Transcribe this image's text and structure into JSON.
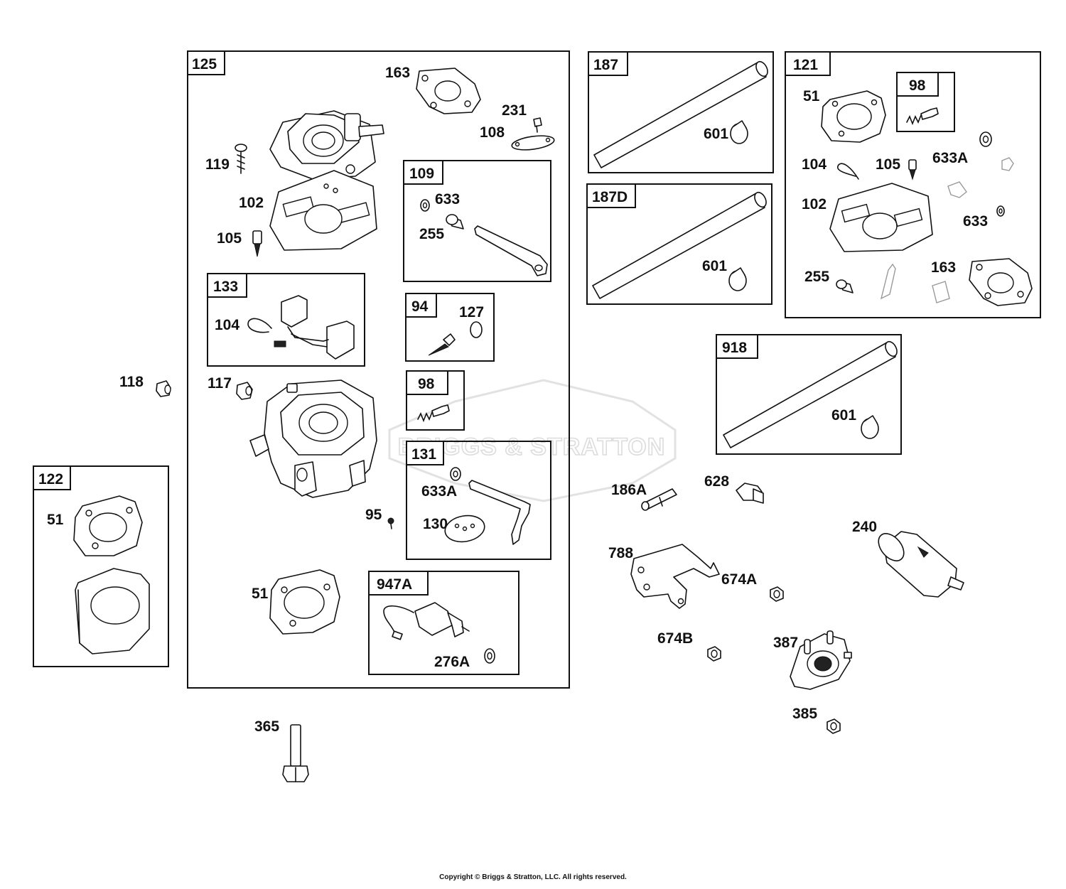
{
  "watermark": "BRIGGS & STRATTON",
  "copyright": "Copyright © Briggs & Stratton, LLC. All rights reserved.",
  "kits": {
    "k125": "125",
    "k109": "109",
    "k133": "133",
    "k94": "94",
    "k98a": "98",
    "k131": "131",
    "k947A": "947A",
    "k122": "122",
    "k187": "187",
    "k187D": "187D",
    "k121": "121",
    "k98b": "98",
    "k918": "918"
  },
  "callouts": {
    "c163a": "163",
    "c231": "231",
    "c108": "108",
    "c119": "119",
    "c102a": "102",
    "c105a": "105",
    "c633a": "633",
    "c255a": "255",
    "c104a": "104",
    "c127": "127",
    "c118": "118",
    "c117": "117",
    "c633Aa": "633A",
    "c130": "130",
    "c95": "95",
    "c51a": "51",
    "c51b": "51",
    "c276A": "276A",
    "c365": "365",
    "c601a": "601",
    "c601b": "601",
    "c601c": "601",
    "c51c": "51",
    "c104b": "104",
    "c105b": "105",
    "c633Ab": "633A",
    "c102b": "102",
    "c633b": "633",
    "c255b": "255",
    "c163b": "163",
    "c186A": "186A",
    "c628": "628",
    "c240": "240",
    "c788": "788",
    "c674A": "674A",
    "c674B": "674B",
    "c387": "387",
    "c385": "385"
  }
}
